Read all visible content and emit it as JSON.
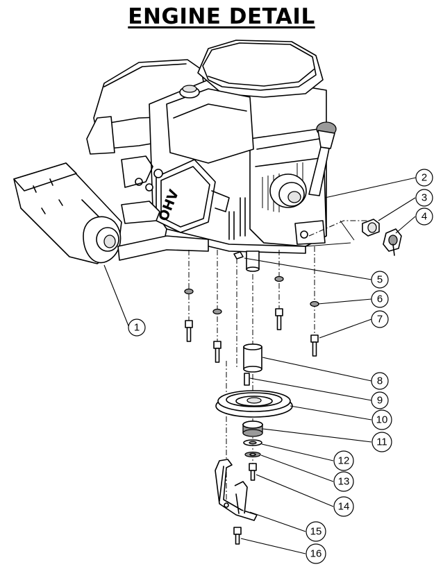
{
  "title": "ENGINE DETAIL",
  "decal_text": "OHV",
  "callouts": [
    "1",
    "2",
    "3",
    "4",
    "5",
    "6",
    "7",
    "8",
    "9",
    "10",
    "11",
    "12",
    "13",
    "14",
    "15",
    "16"
  ]
}
